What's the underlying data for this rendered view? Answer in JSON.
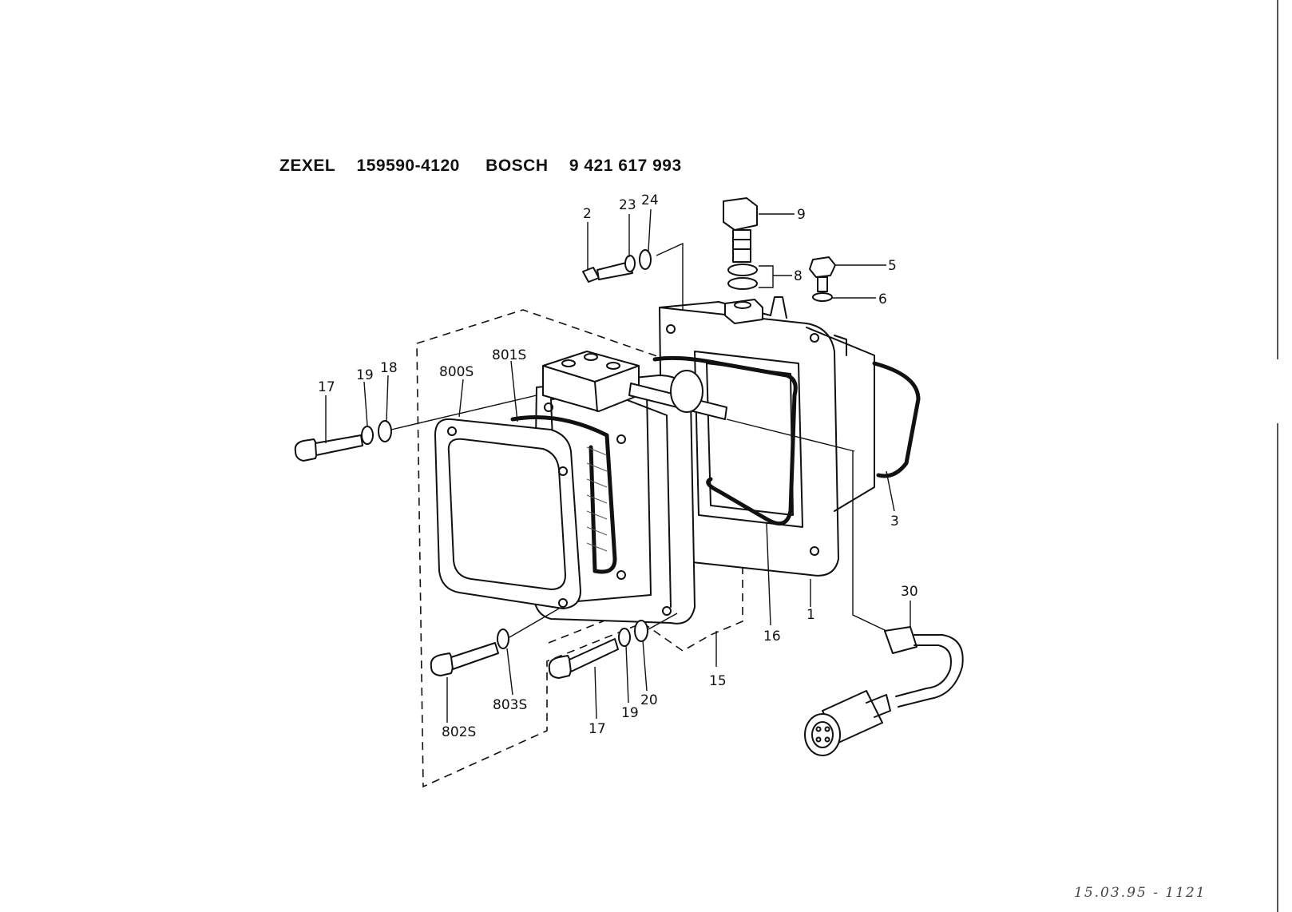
{
  "header": {
    "maker1": "ZEXEL",
    "part1": "159590-4120",
    "maker2": "BOSCH",
    "part2": "9 421 617 993"
  },
  "callouts": {
    "c1": "1",
    "c2": "2",
    "c3": "3",
    "c5": "5",
    "c6": "6",
    "c8": "8",
    "c9": "9",
    "c15": "15",
    "c16": "16",
    "c17a": "17",
    "c17b": "17",
    "c18": "18",
    "c19a": "19",
    "c19b": "19",
    "c20": "20",
    "c23": "23",
    "c24": "24",
    "c30": "30",
    "c800s": "800S",
    "c801s": "801S",
    "c802s": "802S",
    "c803s": "803S"
  },
  "corner_note": "15.03.95 - 1121"
}
